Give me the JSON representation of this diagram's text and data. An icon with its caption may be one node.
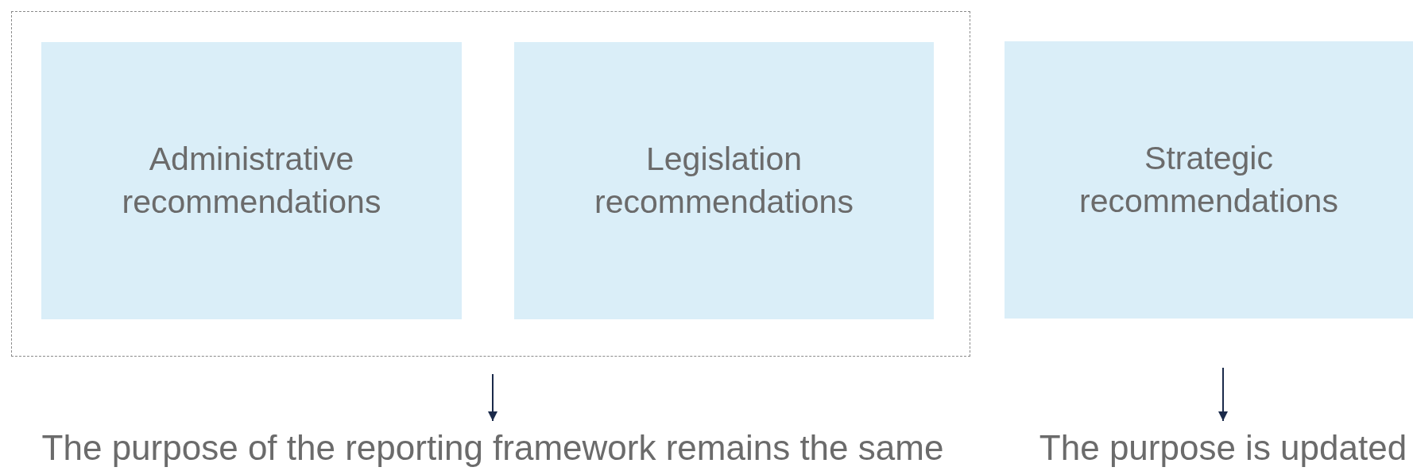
{
  "diagram": {
    "nodes": [
      {
        "text": [],
        "shape": "box"
      },
      {
        "text": [
          "Administrative recommendations"
        ],
        "in": 0
      },
      {
        "text": [
          "Legislation recommendations"
        ],
        "in": 0
      },
      {
        "text": [
          "Strategic recommendations"
        ]
      },
      {
        "text": [
          "The purpose of the reporting framework remains the same"
        ]
      },
      {
        "text": [
          "The purpose is updated"
        ]
      }
    ],
    "edges": [
      {
        "from": null,
        "to": 4,
        "arrow": "to"
      },
      {
        "from": null,
        "to": 5,
        "arrow": "to"
      }
    ]
  }
}
